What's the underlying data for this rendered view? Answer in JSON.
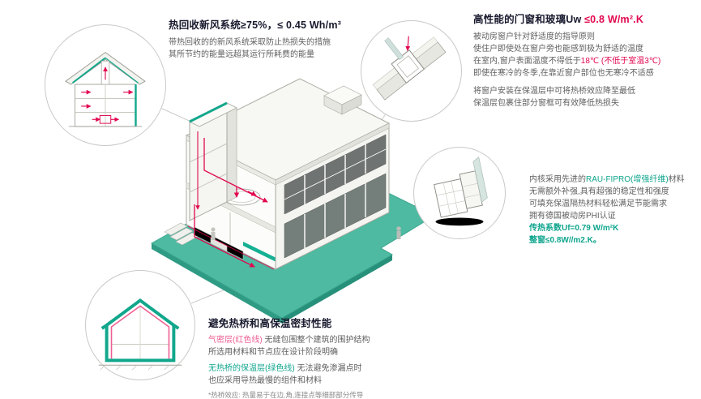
{
  "colors": {
    "teal_accent": "#0fa58d",
    "red_accent": "#e2074f",
    "pink_accent": "#ee5f92",
    "ground_teal": "#4dbaa1"
  },
  "callouts": {
    "heat_recovery": {
      "title": "热回收新风系统≥75%，≤ 0.45 Wh/m³",
      "line1": "带热回收的的新风系统采取防止热损失的措施",
      "line2": "其所节约的能量远超其运行所耗费的能量"
    },
    "windows_glass": {
      "title_plain": "高性能的门窗和玻璃Uw ",
      "title_red": "≤0.8 W/m².K",
      "line1": "被动房窗户针对舒适度的指导原则",
      "line2": "使住户即使处在窗户旁也能感到极为舒适的温度",
      "line3_plain": "在室内,窗户表面温度不得低于",
      "line3_red": "18℃ (不低于室温3℃)",
      "line4": "即使在寒冷的冬季,在靠近窗户部位也无寒冷不适感",
      "line5": "将窗户安装在保温层中可将热桥效应降至最低",
      "line6": "保温层包裹住部分窗框可有效降低热损失"
    },
    "frame_material": {
      "line1_plain": "内核采用先进的",
      "line1_teal": "RAU-FIPRO(增强纤维)",
      "line1_suffix": "材料",
      "line2": "无需额外补强,具有超强的稳定性和强度",
      "line3": "可填充保温隔热材料轻松满足节能需求",
      "line4": "拥有德国被动房PHI认证",
      "line5": "传热系数Uf=0.79 W/m²K",
      "line6": "整窗≤0.8W//m2.K。"
    },
    "thermal_bridge": {
      "title": "避免热桥和高保温密封性能",
      "line1_pink": "气密层(红色线)",
      "line1_rest": " 无缝包围整个建筑的围护结构",
      "line2": "所选用材料和节点应在设计阶段明确",
      "line3_teal": "无热桥的保温层(绿色线)",
      "line3_rest": " 无法避免渗漏点时",
      "line4": "也应采用导热最慢的组件和材料",
      "note": "*热桥效应: 热量易于在边,角,连接点等细部部分传导"
    }
  }
}
